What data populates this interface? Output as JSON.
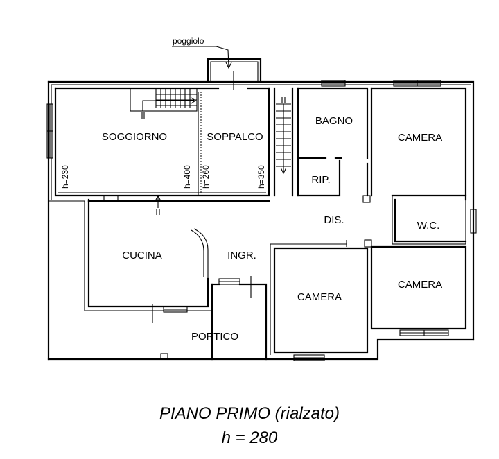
{
  "labels": {
    "poggiolo": "poggiolo",
    "soggiorno": "SOGGIORNO",
    "soppalco": "SOPPALCO",
    "bagno": "BAGNO",
    "camera_top": "CAMERA",
    "rip": "RIP.",
    "dis": "DIS.",
    "wc": "W.C.",
    "cucina": "CUCINA",
    "ingr": "INGR.",
    "camera_mid": "CAMERA",
    "camera_right": "CAMERA",
    "portico": "PORTICO"
  },
  "heights": {
    "h230": "h=230",
    "h400": "h=400",
    "h260": "h=260",
    "h350": "h=350"
  },
  "title": {
    "line1": "PIANO  PRIMO (rialzato)",
    "line2": "h = 280"
  }
}
